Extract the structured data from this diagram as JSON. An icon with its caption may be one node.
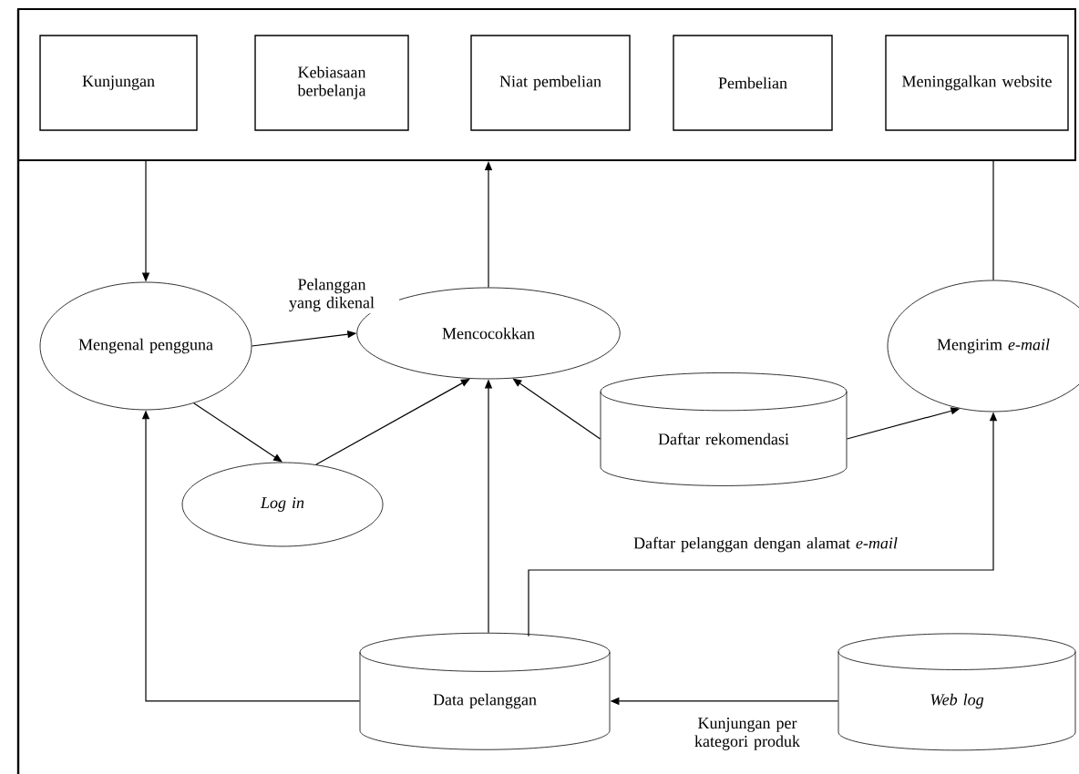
{
  "diagram": {
    "nodes": [
      {
        "text": [],
        "shape": "box"
      },
      {
        "text": [
          "Kunjungan"
        ],
        "in": 0
      },
      {
        "text": [
          "Kebiasaan berbelanja"
        ],
        "in": 0
      },
      {
        "text": [
          "Niat pembelian"
        ],
        "in": 0
      },
      {
        "text": [
          "Pembelian"
        ],
        "in": 0
      },
      {
        "text": [
          "Meninggalkan website"
        ],
        "in": 0
      },
      {
        "text": [
          "Mengenal pengguna"
        ]
      },
      {
        "text": [
          "Mencocokkan"
        ]
      },
      {
        "text": [
          "Mengirim *e-mail*"
        ]
      },
      {
        "text": [
          "Log in"
        ]
      },
      {
        "text": [
          "Daftar rekomendasi"
        ]
      },
      {
        "text": [
          "Data pelanggan"
        ]
      },
      {
        "text": [
          "Web log"
        ]
      }
    ],
    "edges": [
      {
        "from": 0,
        "to": 6,
        "arrow": "to"
      },
      {
        "from": 6,
        "to": 7,
        "arrow": "to",
        "label": "Pelanggan yang dikenal"
      },
      {
        "from": 6,
        "to": 9,
        "arrow": "to"
      },
      {
        "from": 9,
        "to": 7,
        "arrow": "to"
      },
      {
        "from": 7,
        "to": 0,
        "arrow": "to"
      },
      {
        "from": 10,
        "to": 7,
        "arrow": "to"
      },
      {
        "from": 10,
        "to": 8,
        "arrow": "to"
      },
      {
        "from": 8,
        "to": 0,
        "arrow": "none"
      },
      {
        "from": 11,
        "to": 6,
        "arrow": "to"
      },
      {
        "from": 11,
        "to": 7,
        "arrow": "to"
      },
      {
        "from": 11,
        "to": 8,
        "arrow": "to",
        "label": "Daftar pelanggan dengan alamat *e-mail*"
      },
      {
        "from": 12,
        "to": 11,
        "arrow": "to",
        "label": "Kunjungan per kategori produk"
      }
    ]
  }
}
